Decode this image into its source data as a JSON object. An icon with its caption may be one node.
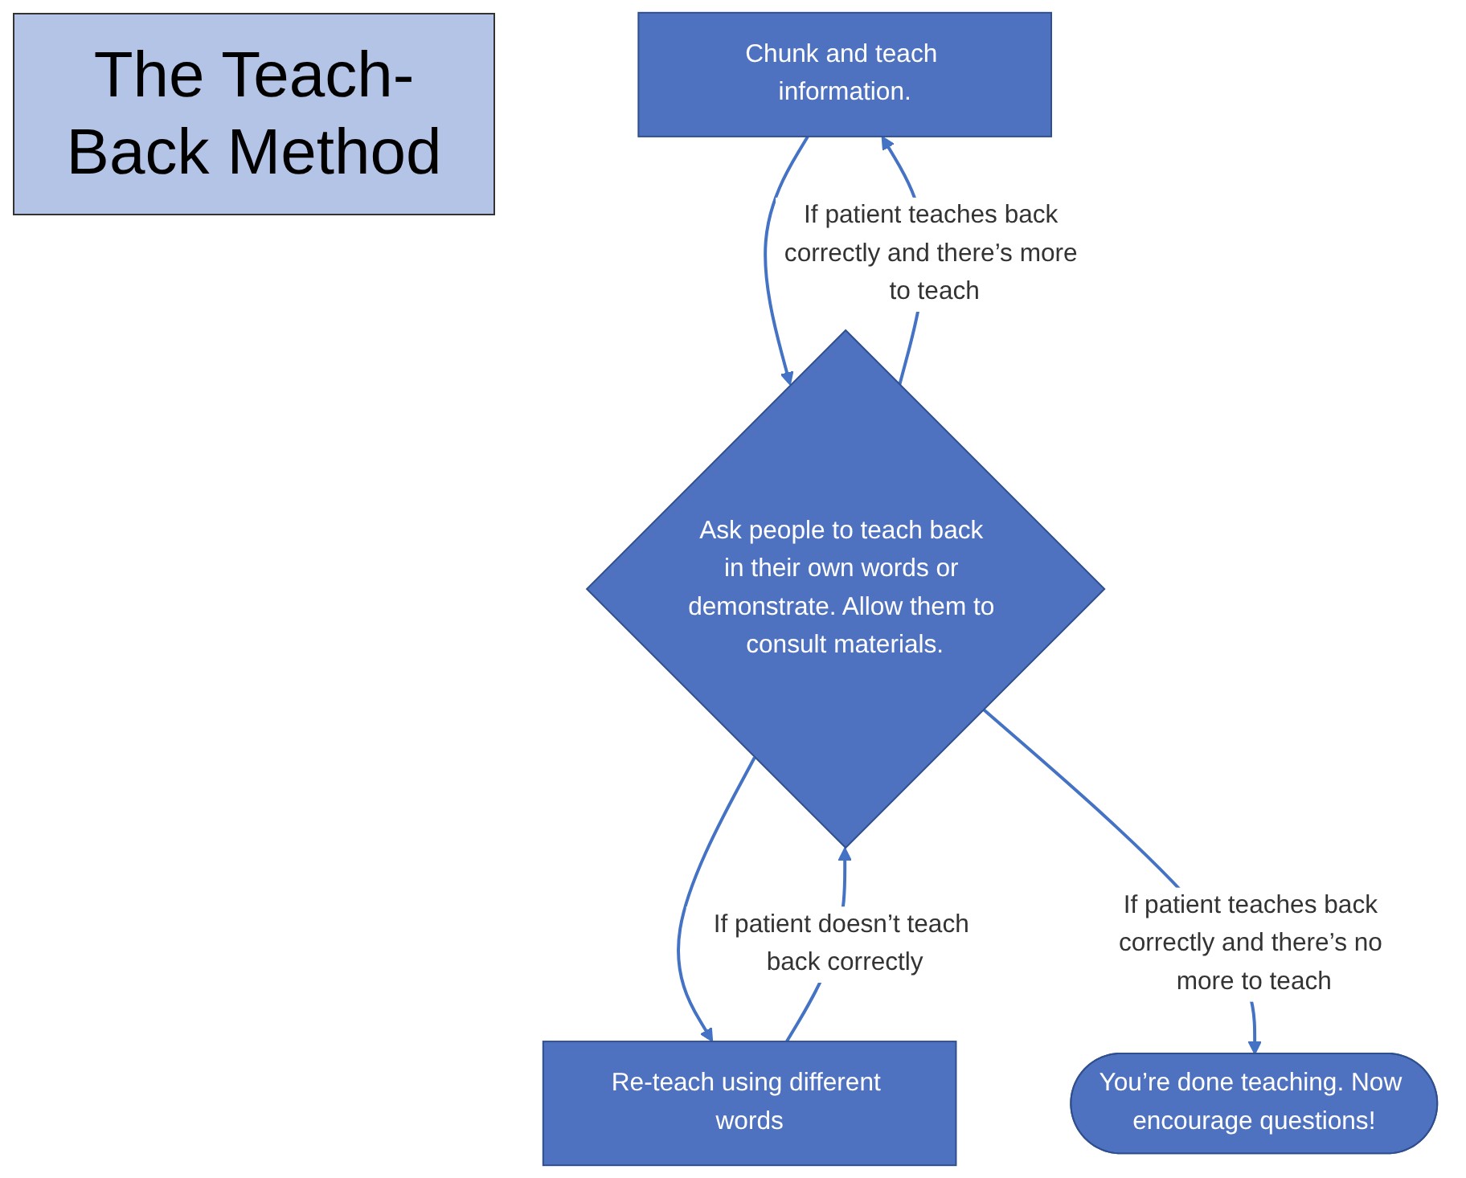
{
  "diagram": {
    "title": "The Teach-Back Method",
    "nodes": [
      {
        "text": [
          "Chunk and teach information."
        ]
      },
      {
        "text": [
          "Ask people to teach back in their own words or demonstrate. Allow them to consult materials."
        ]
      },
      {
        "text": [
          "Re-teach using different words"
        ]
      },
      {
        "text": [
          "You’re done teaching. Now encourage questions!"
        ]
      }
    ],
    "edges": [
      {
        "from": 0,
        "to": 1,
        "arrow": "to"
      },
      {
        "from": 1,
        "to": 0,
        "arrow": "to",
        "label": "If patient teaches back correctly and there’s more to teach"
      },
      {
        "from": 1,
        "to": 2,
        "arrow": "to"
      },
      {
        "from": 2,
        "to": 1,
        "arrow": "to",
        "label": "If patient doesn’t teach back correctly"
      },
      {
        "from": 1,
        "to": 3,
        "arrow": "to",
        "label": "If patient teaches back correctly and there’s no more to teach"
      }
    ]
  }
}
